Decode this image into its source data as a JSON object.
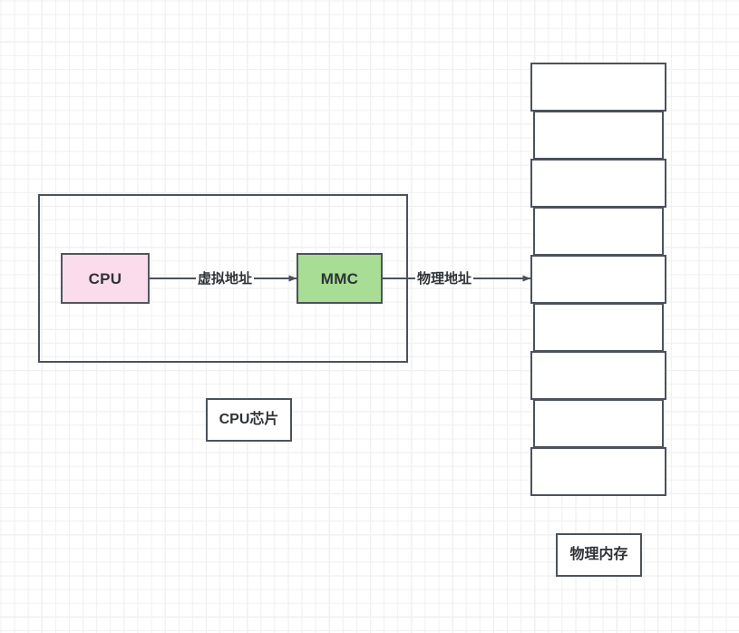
{
  "diagram": {
    "title": "CPU virtual to physical address translation",
    "colors": {
      "cpu_fill": "#fadcec",
      "mmc_fill": "#a7dd94",
      "stroke": "#4c525c",
      "text": "#2f3337",
      "background": "#ffffff",
      "grid_minor": "#f0f0f0",
      "grid_major": "#e8e8e8"
    },
    "nodes": {
      "cpu": {
        "label": "CPU"
      },
      "mmc": {
        "label": "MMC"
      },
      "cpu_chip_container": {
        "label": ""
      }
    },
    "edges": [
      {
        "id": "cpu-to-mmc",
        "label": "虚拟地址",
        "from": "cpu",
        "to": "mmc"
      },
      {
        "id": "mmc-to-memory",
        "label": "物理地址",
        "from": "mmc",
        "to": "physical-memory"
      }
    ],
    "captions": {
      "cpu_chip": "CPU芯片",
      "physical_memory": "物理内存"
    },
    "physical_memory": {
      "block_count": 9,
      "blocks": [
        {
          "index": 1,
          "inset": false,
          "label": ""
        },
        {
          "index": 2,
          "inset": true,
          "label": ""
        },
        {
          "index": 3,
          "inset": false,
          "label": ""
        },
        {
          "index": 4,
          "inset": true,
          "label": ""
        },
        {
          "index": 5,
          "inset": false,
          "label": ""
        },
        {
          "index": 6,
          "inset": true,
          "label": ""
        },
        {
          "index": 7,
          "inset": false,
          "label": ""
        },
        {
          "index": 8,
          "inset": true,
          "label": ""
        },
        {
          "index": 9,
          "inset": false,
          "label": ""
        }
      ]
    }
  }
}
